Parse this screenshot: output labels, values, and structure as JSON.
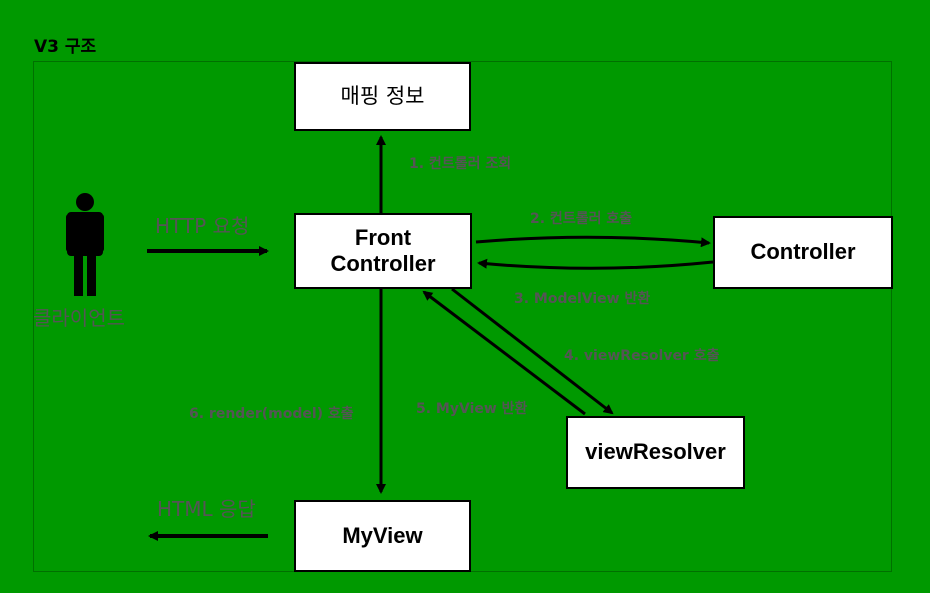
{
  "title": "V3 구조",
  "client": {
    "label": "클라이언트"
  },
  "boxes": {
    "mapping": "매핑 정보",
    "front_controller": "Front\nController",
    "controller": "Controller",
    "view_resolver": "viewResolver",
    "my_view": "MyView"
  },
  "labels": {
    "http_request": "HTTP 요청",
    "html_response": "HTML 응답",
    "step1": "1. 컨트롤러 조회",
    "step2": "2. 컨트롤러 호출",
    "step3": "3. ModelView 반환",
    "step4": "4. viewResolver 호출",
    "step5": "5. MyView 반환",
    "step6": "6. render(model) 호출"
  },
  "colors": {
    "background": "#009900",
    "label_text": "#555555",
    "box_fill": "#ffffff",
    "stroke": "#000000"
  }
}
